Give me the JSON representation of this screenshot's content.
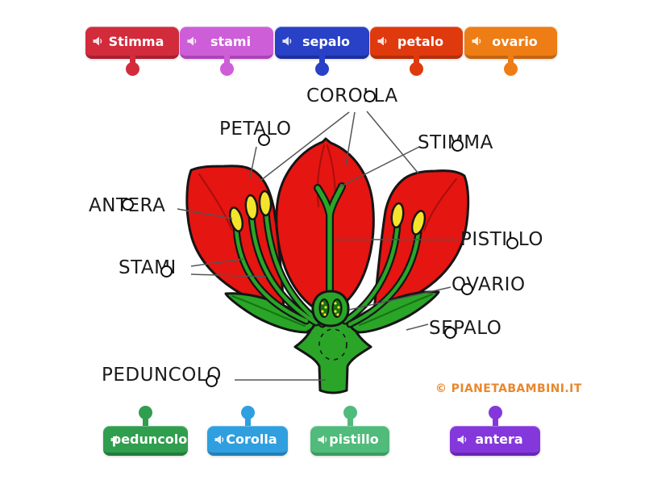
{
  "diagram": {
    "labels": [
      {
        "id": "corolla",
        "text": "COROLLA"
      },
      {
        "id": "petalo",
        "text": "PETALO"
      },
      {
        "id": "stimma",
        "text": "STIMMA"
      },
      {
        "id": "antera",
        "text": "ANTERA"
      },
      {
        "id": "stami",
        "text": "STAMI"
      },
      {
        "id": "pistillo",
        "text": "PISTILLO"
      },
      {
        "id": "ovario",
        "text": "OVARIO"
      },
      {
        "id": "sepalo",
        "text": "SEPALO"
      },
      {
        "id": "peduncolo",
        "text": "PEDUNCOLO"
      }
    ]
  },
  "chips_top": [
    {
      "label": "Stimma",
      "color": "#d22b3c",
      "color_dark": "#ab1f2f"
    },
    {
      "label": "stami",
      "color": "#cd5ed8",
      "color_dark": "#ad43b8"
    },
    {
      "label": "sepalo",
      "color": "#2841c6",
      "color_dark": "#1d2f9f"
    },
    {
      "label": "petalo",
      "color": "#df390e",
      "color_dark": "#b72d08"
    },
    {
      "label": "ovario",
      "color": "#ee7d15",
      "color_dark": "#c56410"
    }
  ],
  "chips_bottom": [
    {
      "label": "peduncolo",
      "color": "#2f9e4e",
      "color_dark": "#237b3b"
    },
    {
      "label": "Corolla",
      "color": "#2f9fdf",
      "color_dark": "#257fb5"
    },
    {
      "label": "pistillo",
      "color": "#50bb7b",
      "color_dark": "#3d9c62"
    },
    {
      "label": "antera",
      "color": "#8438dc",
      "color_dark": "#6927b4"
    }
  ],
  "watermark": {
    "text": "© PIANETABAMBINI.IT",
    "color": "#e8872e"
  },
  "flower_colors": {
    "petal": "#e51511",
    "green": "#2aa528",
    "anther": "#f5e42c"
  }
}
